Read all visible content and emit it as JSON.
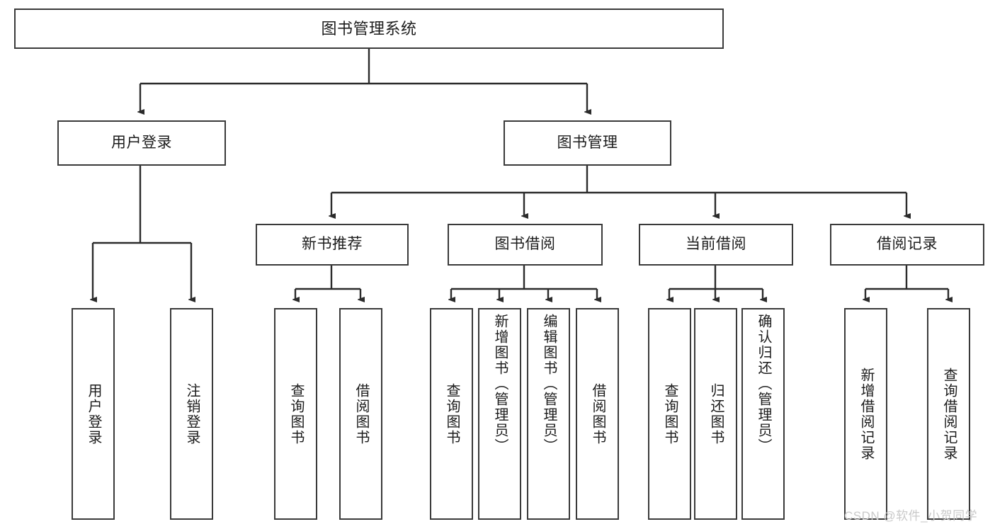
{
  "diagram": {
    "type": "tree",
    "title": "图书管理系统",
    "watermark": "CSDN @软件_小贺同学",
    "colors": {
      "box_border": "#3a3a3a",
      "box_fill": "#ffffff",
      "connector": "#2b2b2b",
      "text": "#1c1c1c",
      "watermark": "#c9c9c9"
    },
    "levels": {
      "root": {
        "label": "图书管理系统"
      },
      "level2": [
        {
          "label": "用户登录"
        },
        {
          "label": "图书管理"
        }
      ],
      "level3": [
        {
          "label": "新书推荐"
        },
        {
          "label": "图书借阅"
        },
        {
          "label": "当前借阅"
        },
        {
          "label": "借阅记录"
        }
      ],
      "leaves": {
        "user_login": [
          {
            "label": "用户登录"
          },
          {
            "label": "注销登录"
          }
        ],
        "new_book_recommend": [
          {
            "label": "查询图书"
          },
          {
            "label": "借阅图书"
          }
        ],
        "book_borrow": [
          {
            "label": "查询图书"
          },
          {
            "label": "新增图书（管理员）"
          },
          {
            "label": "编辑图书（管理员）"
          },
          {
            "label": "借阅图书"
          }
        ],
        "current_borrow": [
          {
            "label": "查询图书"
          },
          {
            "label": "归还图书"
          },
          {
            "label": "确认归还（管理员）"
          }
        ],
        "borrow_record": [
          {
            "label": "新增借阅记录"
          },
          {
            "label": "查询借阅记录"
          }
        ]
      }
    }
  }
}
